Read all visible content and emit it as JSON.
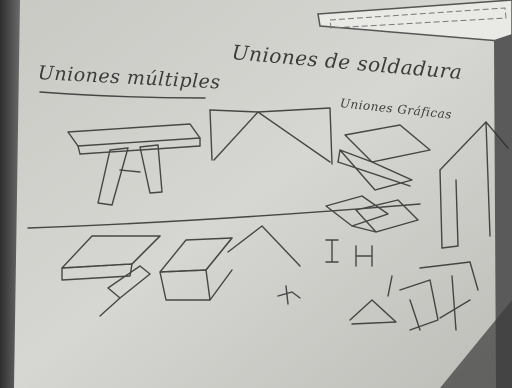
{
  "whiteboard": {
    "title": "Uniones de soldadura",
    "left_label": "Uniones múltiples",
    "right_label": "Uniones Gráficas"
  },
  "colors": {
    "board": "#cfcfcb",
    "frame": "#3d3d3d",
    "ink": "#2b2b2b"
  }
}
